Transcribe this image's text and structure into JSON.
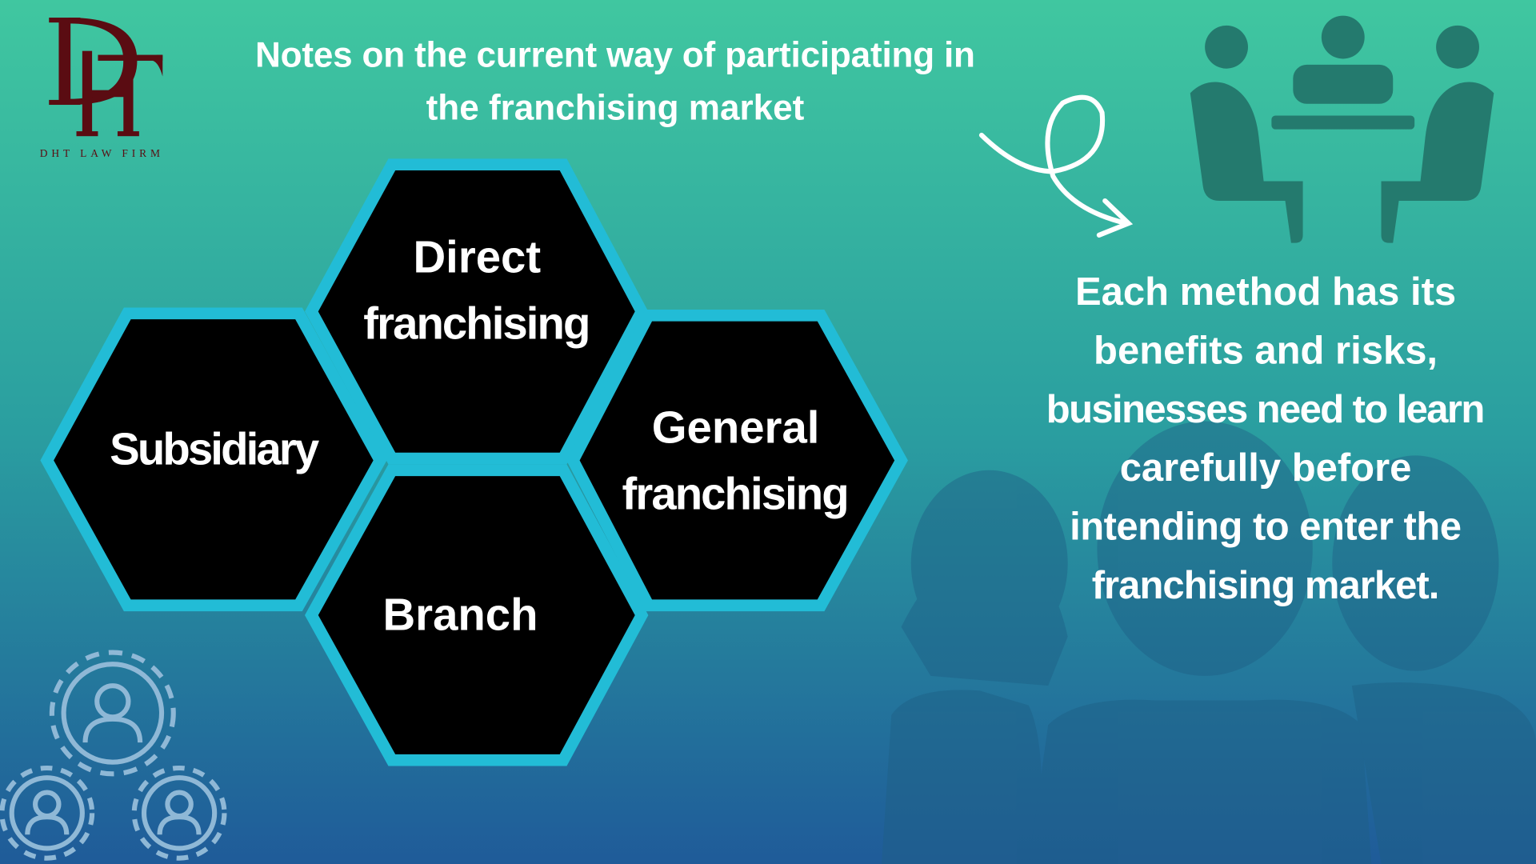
{
  "logo": {
    "monogram": "DHT",
    "firm_name": "DHT LAW FIRM"
  },
  "title": {
    "line1": "Notes on the current way of participating in",
    "line2": "the franchising market"
  },
  "hexagons": [
    {
      "line1": "Direct",
      "line2": "franchising"
    },
    {
      "line1": "Subsidiary"
    },
    {
      "line1": "General",
      "line2": "franchising"
    },
    {
      "line1": "Branch"
    }
  ],
  "note": {
    "lines": [
      "Each method has its",
      "benefits and risks,",
      "businesses need to learn",
      "carefully before",
      "intending to enter the",
      "franchising market."
    ]
  },
  "colors": {
    "bg_top": "#40c7a0",
    "bg_bottom": "#1f5b99",
    "hex_border": "#22bcd6",
    "hex_fill": "#000000",
    "logo": "#5a0c12"
  }
}
